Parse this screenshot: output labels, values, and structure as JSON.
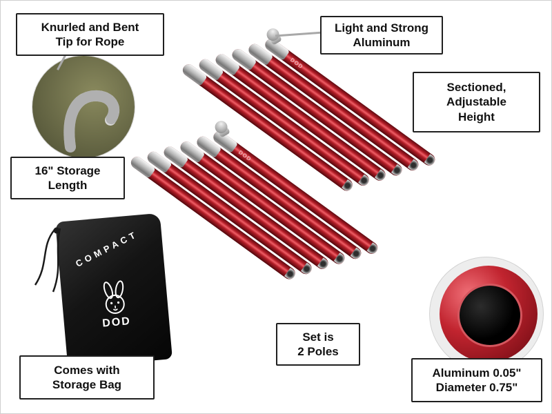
{
  "callouts": {
    "knurled_tip": "Knurled and Bent\nTip for Rope",
    "light_strong": "Light and Strong\nAluminum",
    "sectioned": "Sectioned,\nAdjustable\nHeight",
    "storage_length": "16\" Storage\nLength",
    "set_two_poles": "Set is\n2 Poles",
    "storage_bag": "Comes with\nStorage Bag",
    "aluminum_spec": "Aluminum 0.05\"\nDiameter 0.75\""
  },
  "bag": {
    "label": "COMPACT",
    "brand": "DOD"
  },
  "poles": {
    "brand": "DOD"
  },
  "colors": {
    "pole_red": "#b01c26",
    "tip_silver": "#c9c9c9",
    "bag_black": "#141414",
    "callout_border": "#1f1f1f",
    "leader_gray": "#a8a8a8",
    "background": "#ffffff"
  },
  "icons": {
    "rabbit_logo": "rabbit-logo-icon",
    "hook_tip": "bent-hook-icon",
    "pointer_ball": "silver-ball-icon"
  }
}
